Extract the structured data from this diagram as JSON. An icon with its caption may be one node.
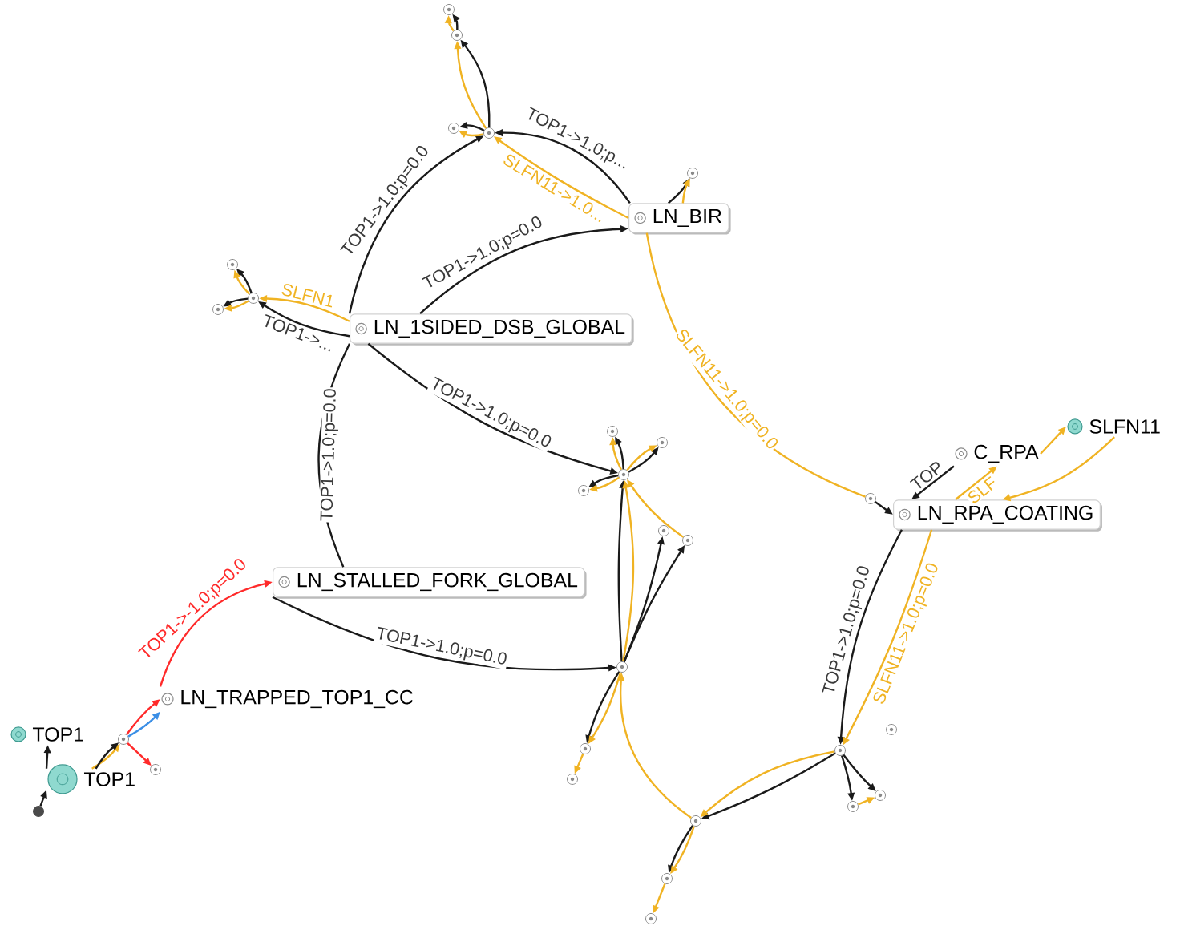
{
  "diagram": {
    "nodes": [
      {
        "text": [],
        "shape": "circle"
      },
      {
        "text": [],
        "shape": "circle"
      },
      {
        "text": [],
        "shape": "circle"
      },
      {
        "text": [],
        "shape": "circle"
      },
      {
        "text": [],
        "shape": "circle"
      },
      {
        "text": [
          "LN_BIR"
        ]
      },
      {
        "text": [],
        "shape": "circle"
      },
      {
        "text": [],
        "shape": "circle"
      },
      {
        "text": [],
        "shape": "circle"
      },
      {
        "text": [
          "LN_1SIDED_DSB_GLOBAL"
        ]
      },
      {
        "text": [],
        "shape": "circle"
      },
      {
        "text": [],
        "shape": "circle"
      },
      {
        "text": [
          "SLFN11"
        ]
      },
      {
        "text": [
          "C_RPA"
        ]
      },
      {
        "text": [],
        "shape": "circle"
      },
      {
        "text": [],
        "shape": "circle"
      },
      {
        "text": [],
        "shape": "circle"
      },
      {
        "text": [
          "LN_RPA_COATING"
        ]
      },
      {
        "text": [],
        "shape": "circle"
      },
      {
        "text": [],
        "shape": "circle"
      },
      {
        "text": [
          "LN_STALLED_FORK_GLOBAL"
        ]
      },
      {
        "text": [],
        "shape": "circle"
      },
      {
        "text": [
          "LN_TRAPPED_TOP1_CC"
        ]
      },
      {
        "text": [],
        "shape": "circle"
      },
      {
        "text": [],
        "shape": "circle"
      },
      {
        "text": [],
        "shape": "circle"
      },
      {
        "text": [],
        "shape": "circle"
      },
      {
        "text": [
          "TOP1"
        ]
      },
      {
        "text": [
          "TOP1"
        ]
      },
      {
        "text": [],
        "shape": "circle"
      },
      {
        "text": [],
        "shape": "circle"
      },
      {
        "text": [],
        "shape": "circle"
      },
      {
        "text": [],
        "shape": "circle"
      },
      {
        "text": [],
        "shape": "circle"
      },
      {
        "text": [],
        "shape": "circle"
      },
      {
        "text": [],
        "shape": "circle"
      },
      {
        "text": [],
        "shape": "circle"
      }
    ],
    "edges": [
      {
        "from": 9,
        "to": 3,
        "arrow": "to",
        "label": "TOP1->1.0;p=0.0"
      },
      {
        "from": 9,
        "to": 5,
        "arrow": "to",
        "label": "TOP1->1.0;p=0.0"
      },
      {
        "from": 5,
        "to": 3,
        "arrow": "to",
        "label": "TOP1->1.0;p..."
      },
      {
        "from": 5,
        "to": 3,
        "arrow": "to",
        "label": "SLFN11->1.0...",
        "color": "#f0b323"
      },
      {
        "from": 3,
        "to": 1,
        "arrow": "to"
      },
      {
        "from": 3,
        "to": 1,
        "arrow": "to",
        "color": "#f0b323"
      },
      {
        "from": 1,
        "to": 0,
        "arrow": "to"
      },
      {
        "from": 1,
        "to": 0,
        "arrow": "to",
        "color": "#f0b323"
      },
      {
        "from": 3,
        "to": 2,
        "arrow": "to"
      },
      {
        "from": 3,
        "to": 2,
        "arrow": "to",
        "color": "#f0b323"
      },
      {
        "from": 5,
        "to": 4,
        "arrow": "to"
      },
      {
        "from": 5,
        "to": 4,
        "arrow": "to",
        "color": "#f0b323"
      },
      {
        "from": 9,
        "to": 7,
        "arrow": "to",
        "label": "TOP1->..."
      },
      {
        "from": 9,
        "to": 7,
        "arrow": "to",
        "label": "SLFN1",
        "color": "#f0b323"
      },
      {
        "from": 7,
        "to": 6,
        "arrow": "to"
      },
      {
        "from": 7,
        "to": 6,
        "arrow": "to",
        "color": "#f0b323"
      },
      {
        "from": 7,
        "to": 8,
        "arrow": "to"
      },
      {
        "from": 7,
        "to": 8,
        "arrow": "to",
        "color": "#f0b323"
      },
      {
        "from": 9,
        "to": 15,
        "arrow": "to",
        "label": "TOP1->1.0;p=0.0"
      },
      {
        "from": 9,
        "to": 20,
        "arrow": "none",
        "label": "TOP1->1.0;p=0.0"
      },
      {
        "from": 15,
        "to": 10,
        "arrow": "to"
      },
      {
        "from": 15,
        "to": 10,
        "arrow": "to",
        "color": "#f0b323"
      },
      {
        "from": 15,
        "to": 11,
        "arrow": "to"
      },
      {
        "from": 15,
        "to": 11,
        "arrow": "to",
        "color": "#f0b323"
      },
      {
        "from": 15,
        "to": 14,
        "arrow": "to"
      },
      {
        "from": 15,
        "to": 14,
        "arrow": "to",
        "color": "#f0b323"
      },
      {
        "from": 21,
        "to": 15,
        "arrow": "to"
      },
      {
        "from": 21,
        "to": 15,
        "arrow": "to",
        "color": "#f0b323"
      },
      {
        "from": 21,
        "to": 18,
        "arrow": "to"
      },
      {
        "from": 21,
        "to": 19,
        "arrow": "to"
      },
      {
        "from": 19,
        "to": 15,
        "arrow": "to",
        "color": "#f0b323"
      },
      {
        "from": 20,
        "to": 21,
        "arrow": "to",
        "label": "TOP1->1.0;p=0.0"
      },
      {
        "from": 21,
        "to": 25,
        "arrow": "to"
      },
      {
        "from": 21,
        "to": 25,
        "arrow": "to",
        "color": "#f0b323"
      },
      {
        "from": 25,
        "to": 30,
        "arrow": "to",
        "color": "#f0b323"
      },
      {
        "from": 34,
        "to": 21,
        "arrow": "to",
        "color": "#f0b323"
      },
      {
        "from": 26,
        "to": 34,
        "arrow": "to"
      },
      {
        "from": 26,
        "to": 34,
        "arrow": "to",
        "color": "#f0b323"
      },
      {
        "from": 34,
        "to": 35,
        "arrow": "to"
      },
      {
        "from": 34,
        "to": 35,
        "arrow": "to",
        "color": "#f0b323"
      },
      {
        "from": 35,
        "to": 36,
        "arrow": "to",
        "color": "#f0b323"
      },
      {
        "from": 26,
        "to": 33,
        "arrow": "to"
      },
      {
        "from": 26,
        "to": 31,
        "arrow": "to"
      },
      {
        "from": 33,
        "to": 31,
        "arrow": "to",
        "color": "#f0b323"
      },
      {
        "from": 17,
        "to": 26,
        "arrow": "to",
        "label": "TOP1->1.0;p=0.0"
      },
      {
        "from": 17,
        "to": 26,
        "arrow": "to",
        "label": "SLFN11->1.0;p=0.0",
        "color": "#f0b323"
      },
      {
        "from": 5,
        "to": 16,
        "arrow": "none",
        "label": "SLFN11->1.0;p=0.0",
        "color": "#f0b323"
      },
      {
        "from": 16,
        "to": 17,
        "arrow": "to"
      },
      {
        "from": 13,
        "to": 17,
        "arrow": "to",
        "label": "TOP"
      },
      {
        "from": 17,
        "to": 13,
        "arrow": "to",
        "label": "SLF",
        "color": "#f0b323"
      },
      {
        "from": 13,
        "to": 12,
        "arrow": "to",
        "color": "#f0b323"
      },
      {
        "from": 12,
        "to": 17,
        "arrow": "to",
        "color": "#f0b323"
      },
      {
        "from": 22,
        "to": 20,
        "arrow": "to",
        "label": "TOP1->-1.0;p=0.0",
        "color": "#ff2a2a"
      },
      {
        "from": 24,
        "to": 22,
        "arrow": "to",
        "color": "#ff2a2a"
      },
      {
        "from": 24,
        "to": 22,
        "arrow": "to",
        "color": "#3b8fe6"
      },
      {
        "from": 28,
        "to": 24,
        "arrow": "to",
        "color": "#f0b323"
      },
      {
        "from": 28,
        "to": 24,
        "arrow": "to"
      },
      {
        "from": 24,
        "to": 29,
        "arrow": "to",
        "color": "#ff2a2a"
      },
      {
        "from": 28,
        "to": 27,
        "arrow": "to"
      },
      {
        "from": 32,
        "to": 28,
        "arrow": "to"
      }
    ]
  }
}
